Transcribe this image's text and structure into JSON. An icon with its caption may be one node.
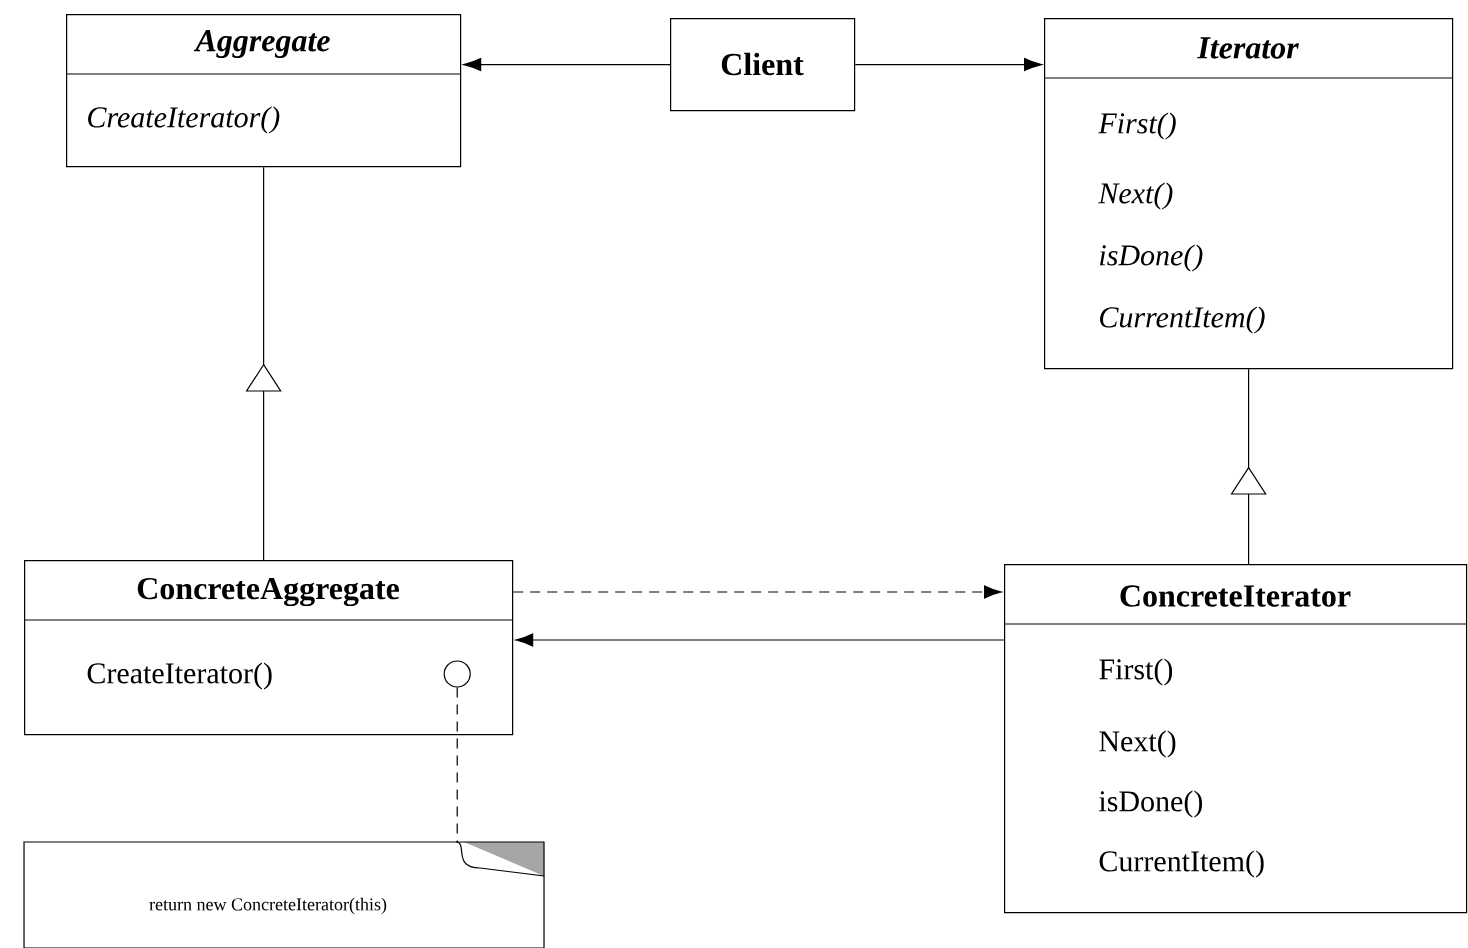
{
  "diagram": {
    "nodes": [
      {
        "text": [
          "Aggregate",
          "CreateIterator()"
        ]
      },
      {
        "text": [
          "Client"
        ]
      },
      {
        "text": [
          "Iterator",
          "First()",
          "Next()",
          "isDone()",
          "CurrentItem()"
        ]
      },
      {
        "text": [
          "ConcreteAggregate",
          "CreateIterator()"
        ]
      },
      {
        "text": [
          "ConcreteIterator",
          "First()",
          "Next()",
          "isDone()",
          "CurrentItem()"
        ]
      },
      {
        "text": [
          "return  new  ConcreteIterator(this)"
        ]
      },
      {
        "text": [],
        "shape": "circle",
        "in": 3
      }
    ],
    "edges": [
      {
        "from": 1,
        "to": 0,
        "arrow": "to"
      },
      {
        "from": 1,
        "to": 2,
        "arrow": "to"
      },
      {
        "from": 3,
        "to": 0,
        "arrow": "to"
      },
      {
        "from": 4,
        "to": 2,
        "arrow": "to"
      },
      {
        "from": 3,
        "to": 4,
        "arrow": "to",
        "style": "dashed"
      },
      {
        "from": 4,
        "to": 3,
        "arrow": "to"
      },
      {
        "from": 6,
        "to": 5,
        "arrow": "none",
        "style": "dashed"
      }
    ]
  }
}
